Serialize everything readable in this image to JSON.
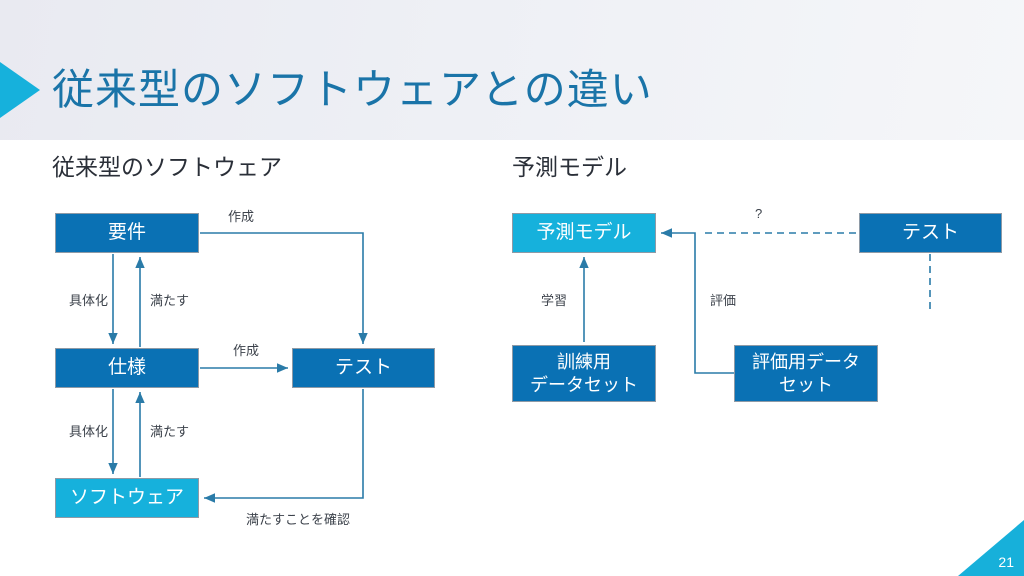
{
  "slide": {
    "title": "従来型のソフトウェアとの違い",
    "page_number": "21",
    "accent_cyan": "#16b1dc",
    "accent_blue": "#0a71b4",
    "title_color": "#1a74a8"
  },
  "sections": {
    "left_heading": "従来型のソフトウェア",
    "right_heading": "予測モデル"
  },
  "left_diagram": {
    "nodes": {
      "requirements": "要件",
      "spec": "仕様",
      "software": "ソフトウェア",
      "test": "テスト"
    },
    "edge_labels": {
      "create_1": "作成",
      "concrete_1": "具体化",
      "satisfy_1": "満たす",
      "create_2": "作成",
      "concrete_2": "具体化",
      "satisfy_2": "満たす",
      "confirm": "満たすことを確認"
    }
  },
  "right_diagram": {
    "nodes": {
      "model": "予測モデル",
      "test": "テスト",
      "train_data_line1": "訓練用",
      "train_data_line2": "データセット",
      "eval_data_line1": "評価用データ",
      "eval_data_line2": "セット"
    },
    "edge_labels": {
      "learn": "学習",
      "evaluate": "評価",
      "question": "?"
    }
  }
}
